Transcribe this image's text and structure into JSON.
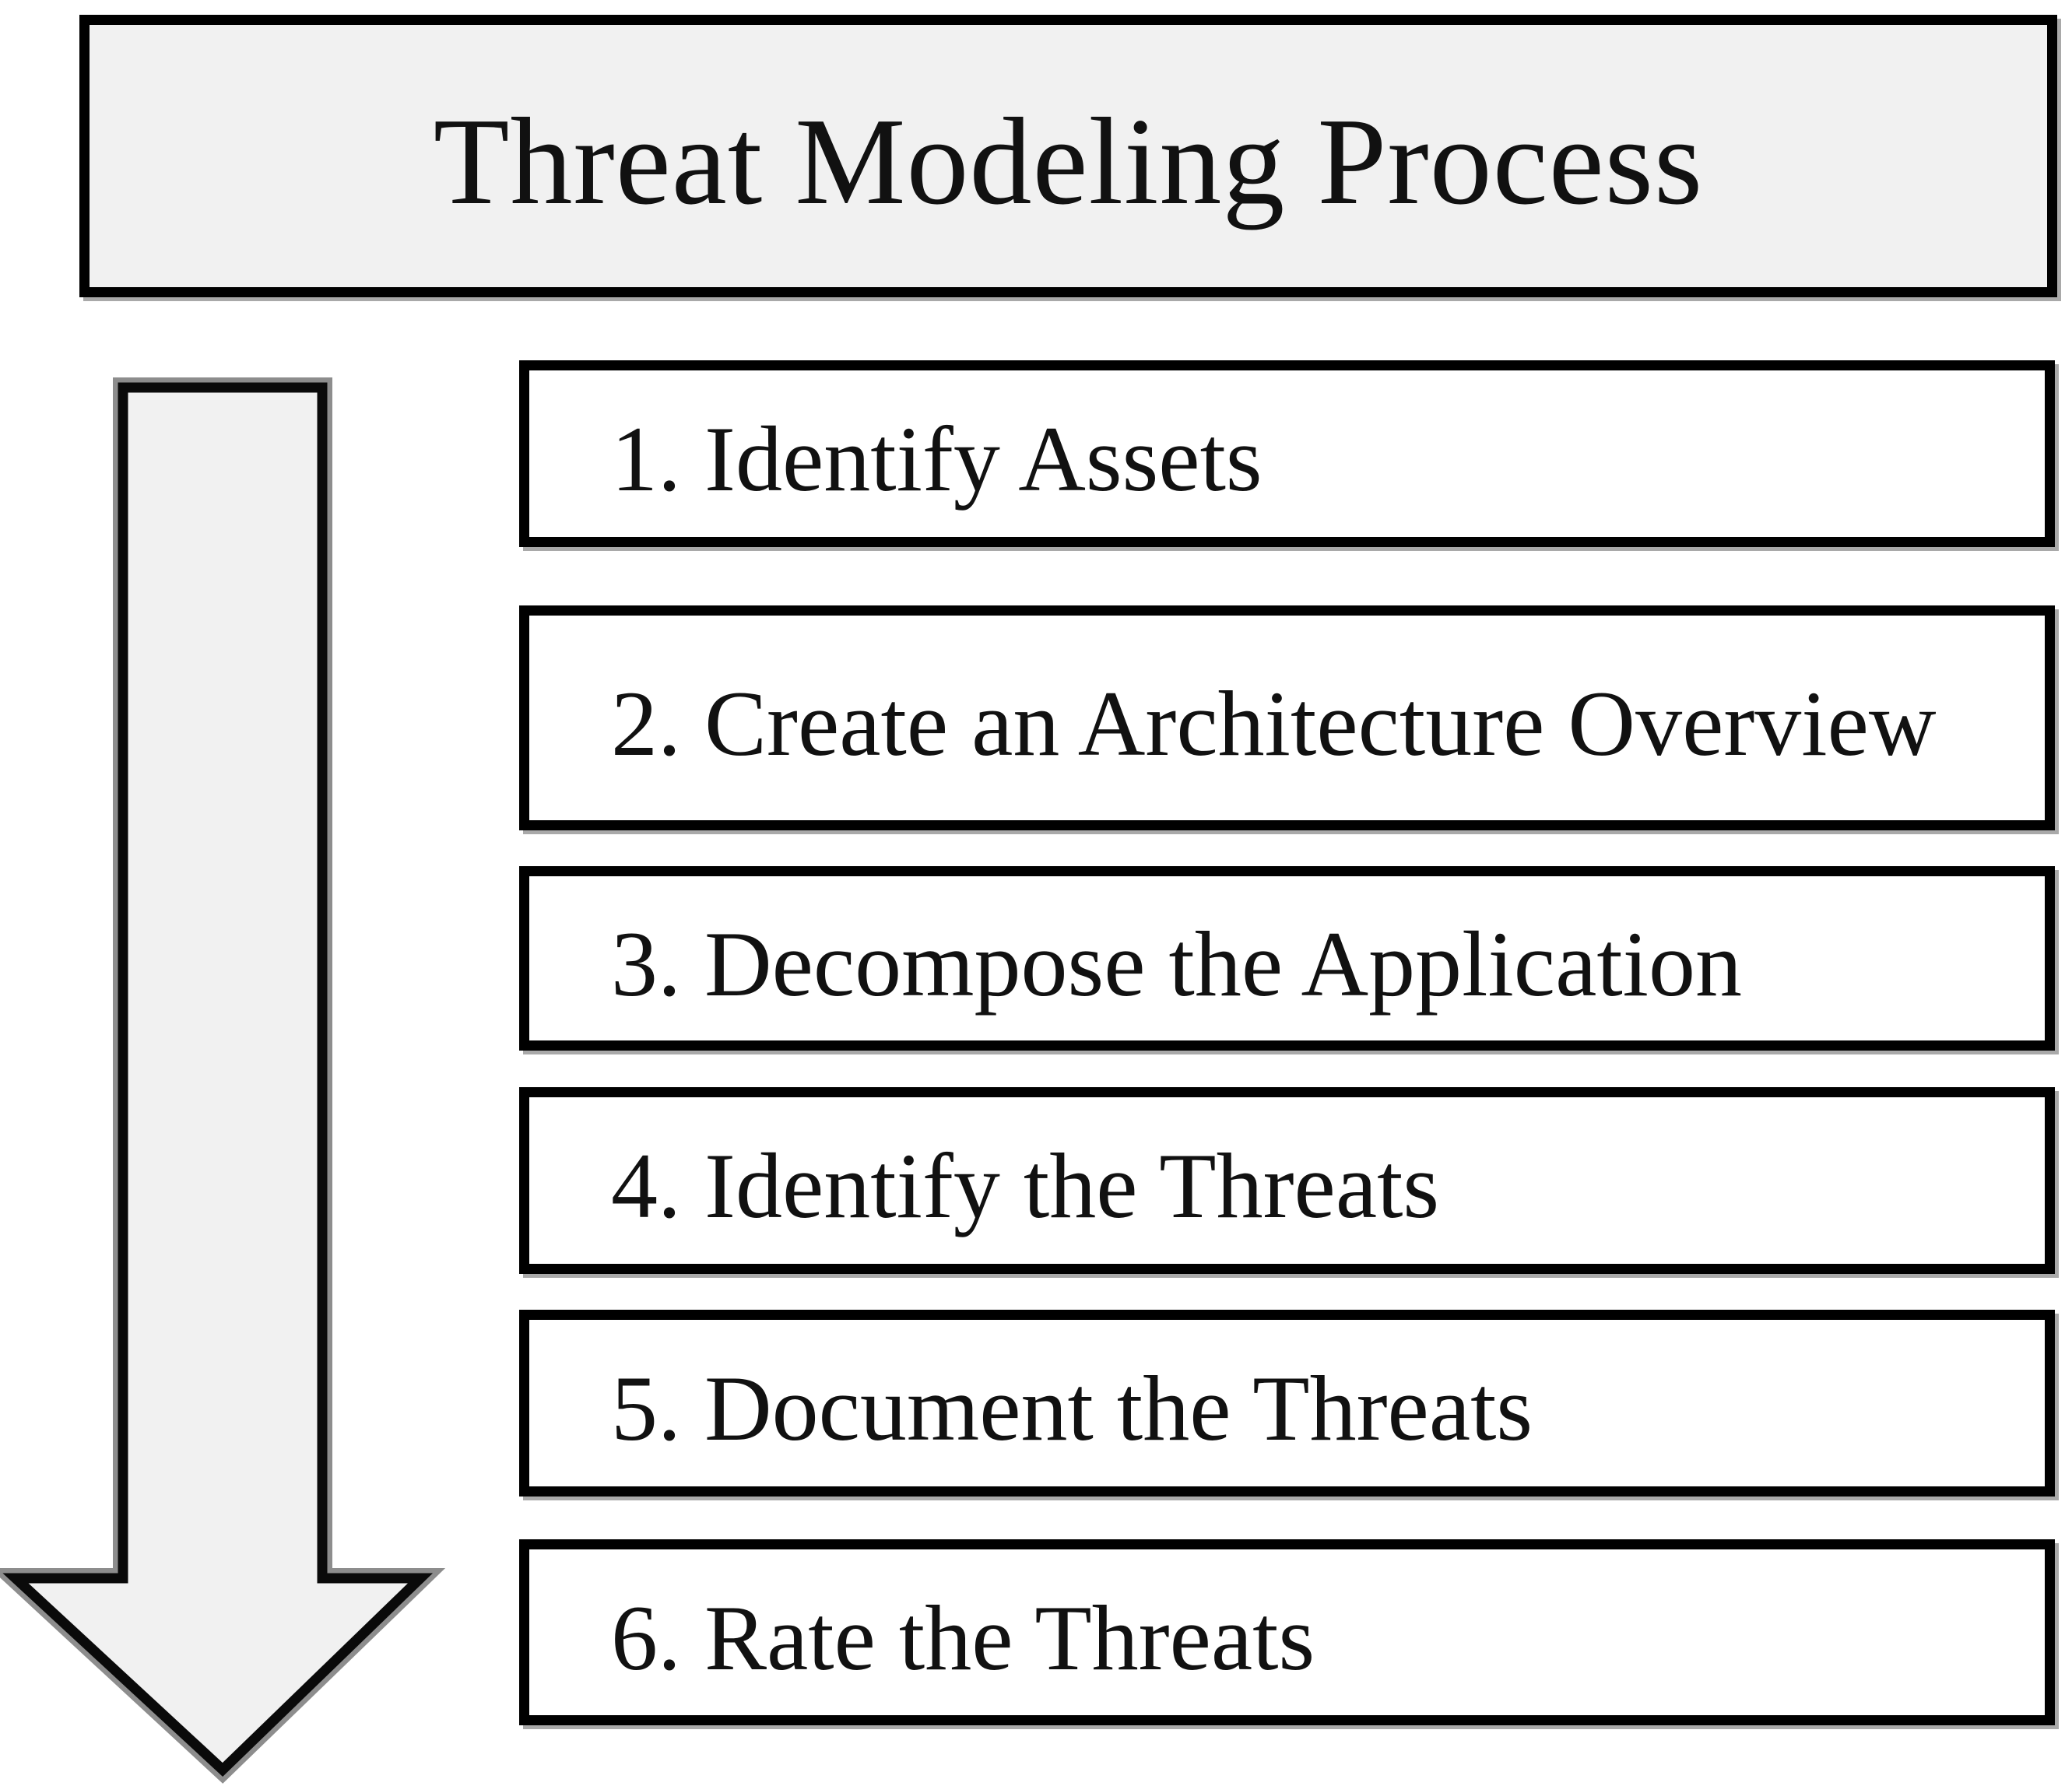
{
  "diagram": {
    "title": "Threat Modeling Process",
    "steps": [
      {
        "label": "1. Identify Assets"
      },
      {
        "label": "2. Create an Architecture Overview"
      },
      {
        "label": "3. Decompose the Application"
      },
      {
        "label": "4. Identify the Threats"
      },
      {
        "label": "5. Document the Threats"
      },
      {
        "label": "6. Rate the Threats"
      }
    ],
    "arrow_icon": "down-arrow-icon",
    "colors": {
      "background": "#ffffff",
      "title_box_fill": "#f1f1f1",
      "step_box_fill": "#ffffff",
      "border": "#000000",
      "arrow_fill": "#f1f1f1",
      "arrow_outer_edge": "#8d8d8d",
      "text": "#111111",
      "shadow": "#a9a9a9"
    }
  }
}
